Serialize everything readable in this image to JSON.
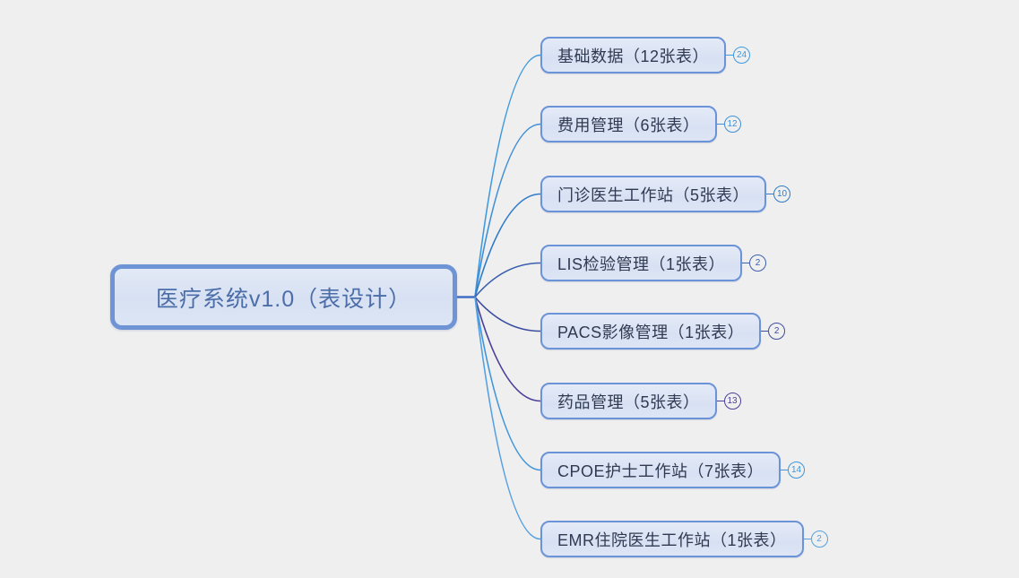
{
  "canvas": {
    "background_color": "#efefef"
  },
  "root": {
    "label": "医疗系统v1.0（表设计）",
    "border_color": "#6f94d6",
    "text_color": "#4b6da8"
  },
  "children": [
    {
      "label": "基础数据（12张表）",
      "badge": "24",
      "color": "#3f9ade"
    },
    {
      "label": "费用管理（6张表）",
      "badge": "12",
      "color": "#3f8fd8"
    },
    {
      "label": "门诊医生工作站（5张表）",
      "badge": "10",
      "color": "#2f7bc8"
    },
    {
      "label": "LIS检验管理（1张表）",
      "badge": "2",
      "color": "#3a5fae"
    },
    {
      "label": "PACS影像管理（1张表）",
      "badge": "2",
      "color": "#3c4d9f"
    },
    {
      "label": "药品管理（5张表）",
      "badge": "13",
      "color": "#4a3f99"
    },
    {
      "label": "CPOE护士工作站（7张表）",
      "badge": "14",
      "color": "#3f95da"
    },
    {
      "label": "EMR住院医生工作站（1张表）",
      "badge": "2",
      "color": "#55a0e2"
    }
  ]
}
